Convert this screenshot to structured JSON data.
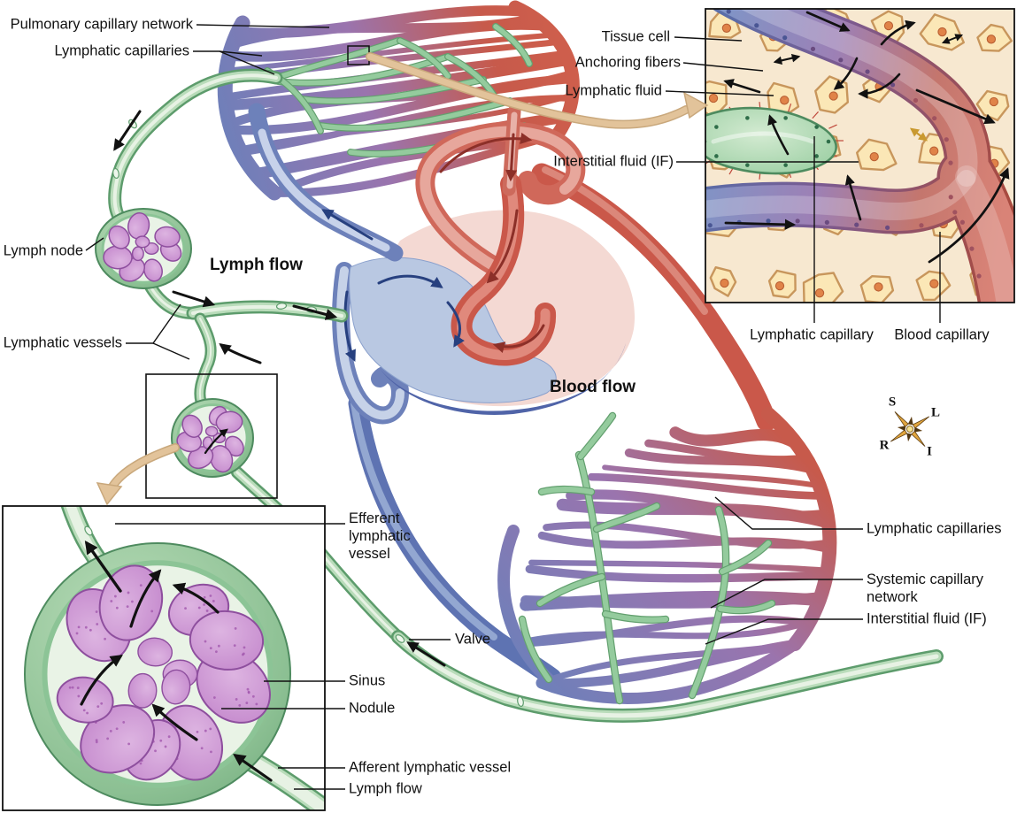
{
  "main_labels": {
    "pulmonary_capillary_network": "Pulmonary capillary network",
    "lymphatic_capillaries_top": "Lymphatic capillaries",
    "lymph_node": "Lymph node",
    "lymphatic_vessels": "Lymphatic vessels",
    "lymph_flow": "Lymph flow",
    "blood_flow": "Blood flow",
    "lymphatic_capillaries_right": "Lymphatic capillaries",
    "systemic_capillary_network": "Systemic capillary network",
    "interstitial_fluid_right": "Interstitial fluid (IF)"
  },
  "tissue_inset": {
    "labels": {
      "tissue_cell": "Tissue cell",
      "anchoring_fibers": "Anchoring fibers",
      "lymphatic_fluid": "Lymphatic fluid",
      "interstitial_fluid": "Interstitial fluid (IF)",
      "lymphatic_capillary": "Lymphatic capillary",
      "blood_capillary": "Blood capillary"
    }
  },
  "node_inset": {
    "labels": {
      "efferent": "Efferent lymphatic vessel",
      "valve": "Valve",
      "sinus": "Sinus",
      "nodule": "Nodule",
      "afferent": "Afferent lymphatic vessel",
      "lymph_flow": "Lymph flow"
    }
  },
  "compass": {
    "superior": "S",
    "left": "L",
    "right": "R",
    "inferior": "I"
  },
  "colors": {
    "blood_red": "#ca584a",
    "blood_blue": "#6d81ba",
    "capillary_purple": "#9a74ae",
    "lymph_green": "#94cb9d",
    "lymph_green_dark": "#5d9c6c",
    "lymph_lumen": "#e7f2e4",
    "node_purple": "#bf7fc8",
    "node_purple_dark": "#8e4f9e",
    "tissue_cell_cream": "#fbe7b6",
    "tissue_cell_outline": "#c8965c",
    "nucleus_orange": "#e08348",
    "tan_arrow": "#e2c39a",
    "tan_arrow_dark": "#c9a87c",
    "compass_gold": "#e2a63e",
    "label_color": "#111111"
  }
}
